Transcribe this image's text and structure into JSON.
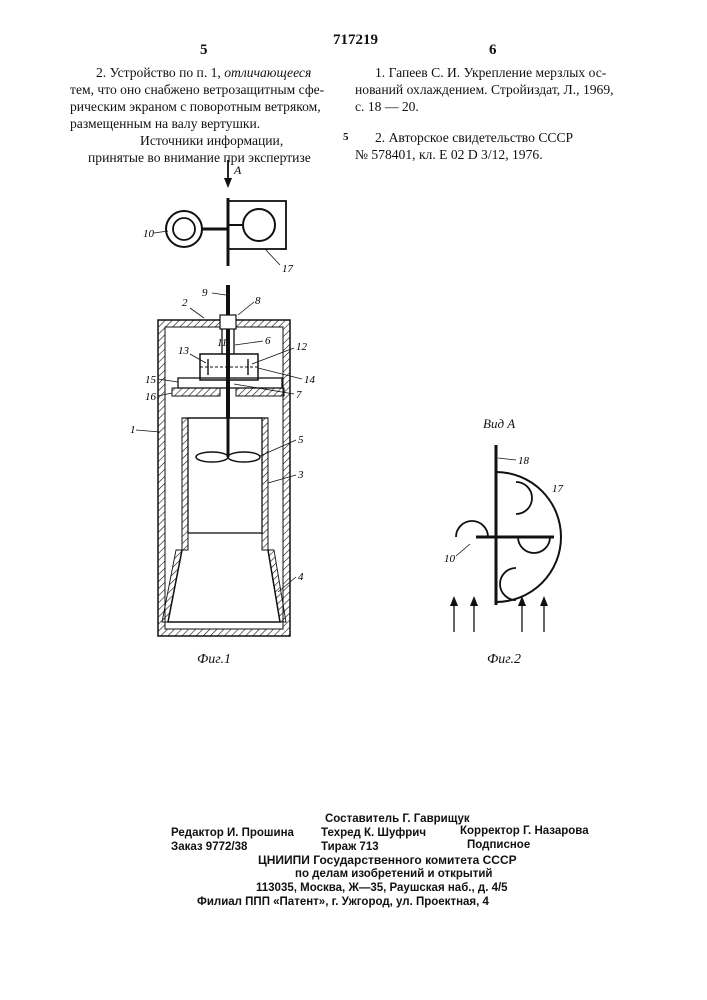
{
  "header": {
    "page_left": "5",
    "doc_number": "717219",
    "page_right": "6"
  },
  "left_column": {
    "claim_line1_a": "2. Устройство по п. 1, ",
    "claim_line1_b": "отличающееся",
    "claim_rest": [
      "тем, что оно снабжено ветрозащитным сфе-",
      "рическим экраном с поворотным ветряком,",
      "размещенным на валу вертушки."
    ],
    "sources_title": "Источники информации,",
    "sources_subtitle": "принятые во внимание при экспертизе"
  },
  "margin_mark": "5",
  "right_column": {
    "ref1": [
      "1. Гапеев С. И. Укрепление мерзлых ос-",
      "нований охлаждением. Стройиздат, Л., 1969,",
      "с. 18 — 20."
    ],
    "ref2": [
      "2. Авторское свидетельство СССР",
      "№ 578401, кл. Е 02 D 3/12, 1976."
    ]
  },
  "figure1": {
    "arrow_label": "А",
    "caption": "Фиг.1",
    "labels": {
      "l1": "1",
      "l2": "2",
      "l3": "3",
      "l4": "4",
      "l5": "5",
      "l6": "6",
      "l7": "7",
      "l8": "8",
      "l9": "9",
      "l10": "10",
      "l11": "11",
      "l12": "12",
      "l13": "13",
      "l14": "14",
      "l15": "15",
      "l16": "16",
      "l17": "17"
    }
  },
  "figure2": {
    "view_label": "Вид А",
    "caption": "Фиг.2",
    "labels": {
      "l18": "18",
      "l17": "17",
      "l10": "10"
    }
  },
  "footer": {
    "compiler": "Составитель Г. Гаврищук",
    "editor": "Редактор И. Прошина",
    "techred": "Техред К. Шуфрич",
    "corrector": "Корректор Г. Назарова",
    "order": "Заказ 9772/38",
    "tirage": "Тираж 713",
    "signed": "Подписное",
    "org1": "ЦНИИПИ Государственного комитета СССР",
    "org2": "по делам изобретений и открытий",
    "address": "113035, Москва, Ж—35, Раушская наб., д. 4/5",
    "branch": "Филиал ППП «Патент», г. Ужгород, ул. Проектная, 4"
  }
}
